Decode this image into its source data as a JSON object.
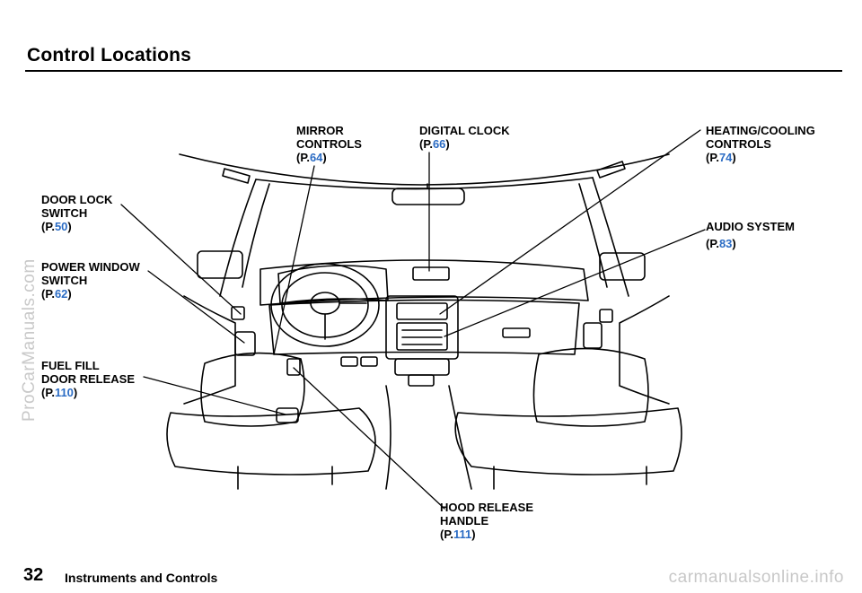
{
  "page": {
    "title": "Control Locations",
    "page_number": "32",
    "section": "Instruments and Controls"
  },
  "callouts": {
    "mirror": {
      "line1": "MIRROR",
      "line2": "CONTROLS",
      "page_prefix": "(P.",
      "page": "64",
      "page_suffix": ")"
    },
    "clock": {
      "line1": "DIGITAL CLOCK",
      "page_prefix": "(P.",
      "page": "66",
      "page_suffix": ")"
    },
    "heating": {
      "line1": "HEATING/COOLING",
      "line2": "CONTROLS",
      "page_prefix": "(P.",
      "page": "74",
      "page_suffix": ")"
    },
    "door_lock": {
      "line1": "DOOR LOCK",
      "line2": "SWITCH",
      "page_prefix": "(P.",
      "page": "50",
      "page_suffix": ")"
    },
    "audio": {
      "line1": "AUDIO SYSTEM",
      "page_prefix": "(P.",
      "page": "83",
      "page_suffix": ")"
    },
    "power_window": {
      "line1": "POWER WINDOW",
      "line2": "SWITCH",
      "page_prefix": "(P.",
      "page": "62",
      "page_suffix": ")"
    },
    "fuel_fill": {
      "line1": "FUEL FILL",
      "line2": "DOOR RELEASE",
      "page_prefix": "(P.",
      "page": "110",
      "page_suffix": ")"
    },
    "hood": {
      "line1": "HOOD RELEASE",
      "line2": "HANDLE",
      "page_prefix": "(P.",
      "page": "111",
      "page_suffix": ")"
    }
  },
  "watermarks": {
    "side": "ProCarManuals.com",
    "bottom": "carmanualsonline.info"
  },
  "colors": {
    "page_link": "#2b6cc4",
    "ink": "#000000",
    "watermark": "#c8c8c8"
  }
}
